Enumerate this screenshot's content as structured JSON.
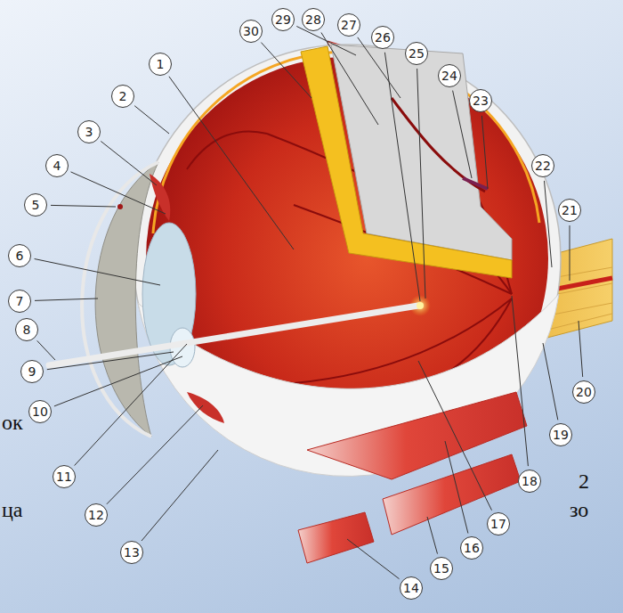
{
  "diagram": {
    "labels": [
      "1",
      "2",
      "3",
      "4",
      "5",
      "6",
      "7",
      "8",
      "9",
      "10",
      "11",
      "12",
      "13",
      "14",
      "15",
      "16",
      "17",
      "18",
      "19",
      "20",
      "21",
      "22",
      "23",
      "24",
      "25",
      "26",
      "27",
      "28",
      "29",
      "30",
      "ок",
      "ца",
      "2",
      "зо"
    ]
  }
}
